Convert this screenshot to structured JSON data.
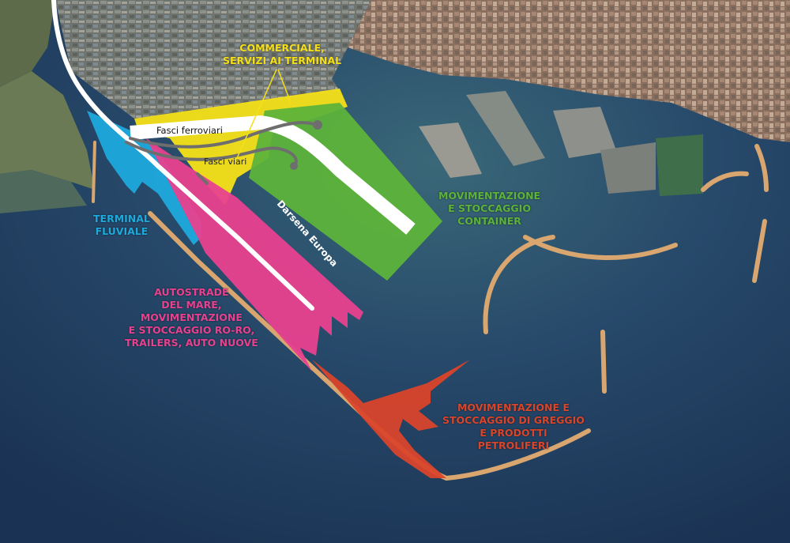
{
  "map": {
    "zones": {
      "commerciale": {
        "label_lines": [
          "COMMERCIALE,",
          "SERVIZI AI TERMINAL"
        ],
        "color": "#f5e018"
      },
      "container": {
        "label_lines": [
          "MOVIMENTAZIONE",
          "E STOCCAGGIO",
          "CONTAINER"
        ],
        "color": "#5db33a"
      },
      "fluviale": {
        "label_lines": [
          "TERMINAL",
          "FLUVIALE"
        ],
        "color": "#1ea9dc"
      },
      "roro": {
        "label_lines": [
          "AUTOSTRADE",
          "DEL MARE,",
          "MOVIMENTAZIONE",
          "E STOCCAGGIO RO-RO,",
          "TRAILERS, AUTO NUOVE"
        ],
        "color": "#e8418f"
      },
      "greggio": {
        "label_lines": [
          "MOVIMENTAZIONE E",
          "STOCCAGGIO DI GREGGIO",
          "E PRODOTTI",
          "PETROLIFERI"
        ],
        "color": "#d9452b"
      }
    },
    "annotations": {
      "fasci_ferroviari": "Fasci ferroviari",
      "fasci_viari": "Fasci viari",
      "darsena": "Darsena Europa"
    },
    "colors": {
      "sea": "#1f3a5a",
      "rail_line": "#ffffff",
      "road": "#6e6e6e",
      "breakwater": "#d8a66e"
    }
  }
}
